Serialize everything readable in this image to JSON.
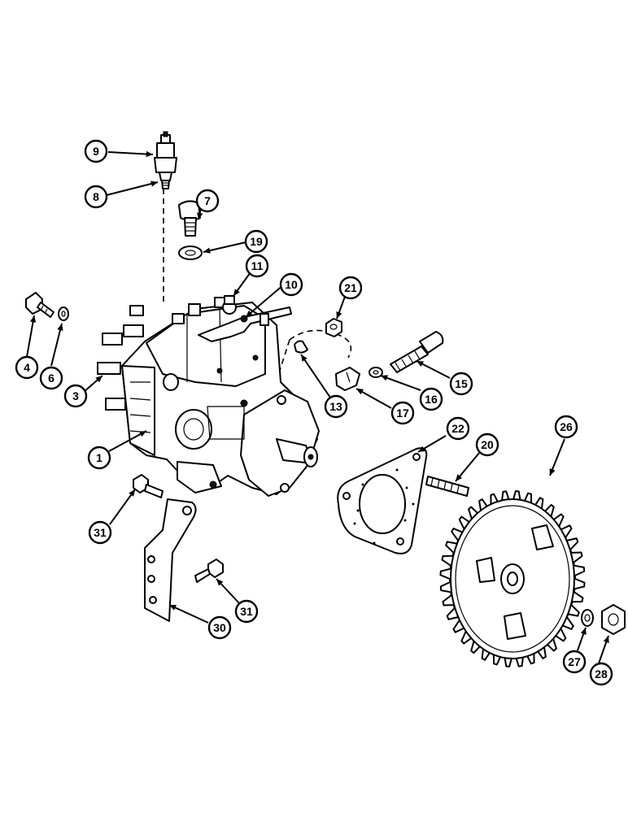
{
  "callouts": [
    {
      "label": "9"
    },
    {
      "label": "8"
    },
    {
      "label": "7"
    },
    {
      "label": "19"
    },
    {
      "label": "11"
    },
    {
      "label": "10"
    },
    {
      "label": "21"
    },
    {
      "label": "4"
    },
    {
      "label": "6"
    },
    {
      "label": "3"
    },
    {
      "label": "13"
    },
    {
      "label": "17"
    },
    {
      "label": "16"
    },
    {
      "label": "15"
    },
    {
      "label": "1"
    },
    {
      "label": "22"
    },
    {
      "label": "20"
    },
    {
      "label": "26"
    },
    {
      "label": "31"
    },
    {
      "label": "31"
    },
    {
      "label": "30"
    },
    {
      "label": "27"
    },
    {
      "label": "28"
    }
  ]
}
